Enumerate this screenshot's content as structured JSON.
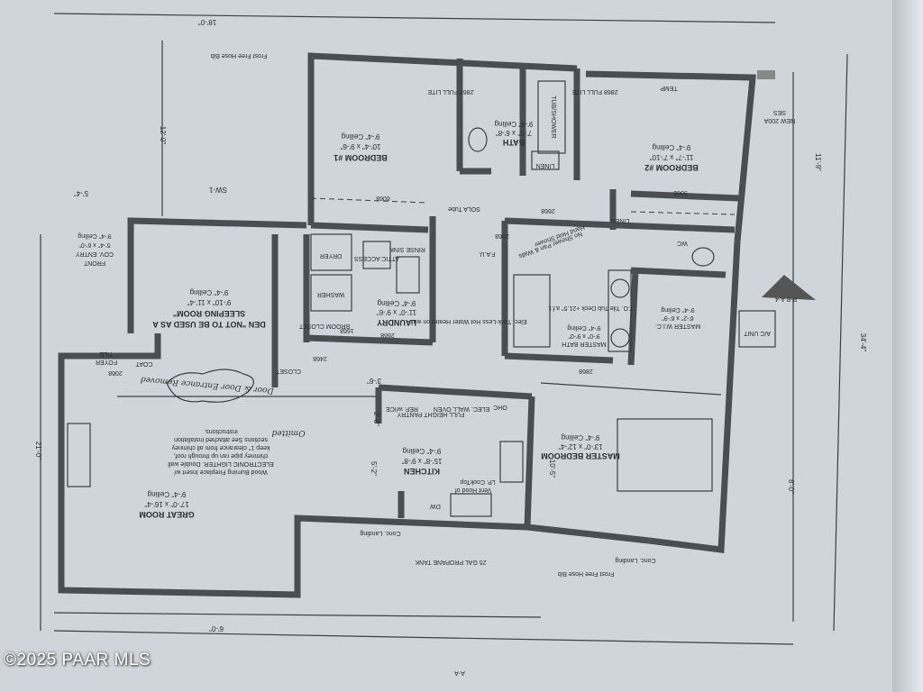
{
  "watermark": "©2025 PAAR MLS",
  "rooms": {
    "bedroom1": {
      "name": "BEDROOM #1",
      "dims": "10'-4\" x 9'-6\"",
      "ceiling": "9'-4\" Ceiling"
    },
    "bath": {
      "name": "BATH",
      "dims": "7'-5\" x 6'-8\"",
      "ceiling": "9'-4\" Ceiling"
    },
    "bedroom2": {
      "name": "BEDROOM #2",
      "dims": "11'-7\" x 7'-10\"",
      "ceiling": "9'-4\" Ceiling"
    },
    "laundry": {
      "name": "LAUNDRY",
      "dims": "11'-0\" x 9'-6\"",
      "ceiling": "9'-4\" Ceiling"
    },
    "den": {
      "name": "DEN \"NOT TO BE USED AS A",
      "name2": "SLEEPING ROOM\"",
      "dims": "9'-10\" x 11'-4\"",
      "ceiling": "9'-4\" Ceiling"
    },
    "great_room": {
      "name": "GREAT ROOM",
      "dims": "17'-0\" x 16'-4\"",
      "ceiling": "9'-4\" Ceiling"
    },
    "kitchen": {
      "name": "KITCHEN",
      "dims": "15'-8\" x 9'-8\"",
      "ceiling": "9'-4\" Ceiling"
    },
    "master_bedroom": {
      "name": "MASTER BEDROOM",
      "dims": "13'-0\" x 12'-4\"",
      "ceiling": "9'-4\" Ceiling"
    },
    "master_bath": {
      "name": "MASTER BATH",
      "dims": "9'-0\" x 9'-0\"",
      "ceiling": "9'-4\" Ceiling"
    },
    "master_wic": {
      "name": "MASTER W.I.C.",
      "dims": "6'-2\" x 6'-9\"",
      "ceiling": "9'-4\" Ceiling"
    },
    "front_entry": {
      "name": "FRONT",
      "name2": "COV. ENTRY",
      "dims": "5'-4\" x 6'-0\"",
      "ceiling": "9'-4\" Ceiling"
    }
  },
  "fixtures": {
    "tub_shower": "TUB/SHOWER",
    "linen": "LINEN",
    "linen2": "LINEN",
    "washer": "WASHER",
    "dryer": "DRYER",
    "attic": "ATTIC ACCESS",
    "rinse_sink": "RINSE SINK",
    "broom_closet": "BROOM CLOSET",
    "closet": "CLOSET",
    "coat": "COAT",
    "foyer": "FOYER",
    "tile": "TILE",
    "ref": "REF. w/ICE",
    "pantry": "FULL HEIGHT PANTRY",
    "oven": "ELEC. WALL OVEN",
    "ohc": "OHC",
    "dw": "DW",
    "vent": "Vent Hood of",
    "vent2": "LP. CookTop",
    "wc": "WC",
    "ac": "A/C UNIT",
    "ses": "NEW 200A",
    "ses2": "SES",
    "temp": "TEMP",
    "shower": "No Shower Pan & Walls",
    "handheld": "Hand Held Shower",
    "heater": "Elec. Tank-Less Hot Water Heater on wall",
    "tub_deck": "T.O. Tile Tub Deck +21.5\" a.f.f.",
    "sola": "SOLA Tube",
    "fau": "F.A.U."
  },
  "notes": {
    "fireplace": [
      "Wood Burning Fireplace Insert w/",
      "ELECTRONIC LIGHTER. Double wall",
      "chimney pipe ran up through roof,",
      "keep 1\" clearance from all chimney",
      "sections See attached installation",
      "instructions."
    ],
    "propane": "25 GAL PROPANE TANK",
    "landing": "Conc. Landing",
    "hose_bib": "Frost Free Hose Bib",
    "handwritten_removed": "Door & Door Entrance Removed",
    "handwritten_omitted": "Omitted",
    "section_aa": "A-A",
    "section_bb": "B-B A-4"
  },
  "doors": [
    "2868",
    "2668",
    "2668",
    "6068",
    "5068",
    "2068",
    "2468",
    "1668",
    "2068",
    "2868 FULL LITE",
    "2868 FULL LITE"
  ],
  "dimensions": [
    "18'-0\"",
    "12'-0\"",
    "11'-9\"",
    "34'-4\"",
    "21'-0\"",
    "6'-0\"",
    "5'-4\"",
    "SW-1",
    "3'-6\"",
    "2'-8\"",
    "5'-2\"",
    "10'-5\"",
    "8'-0\""
  ]
}
